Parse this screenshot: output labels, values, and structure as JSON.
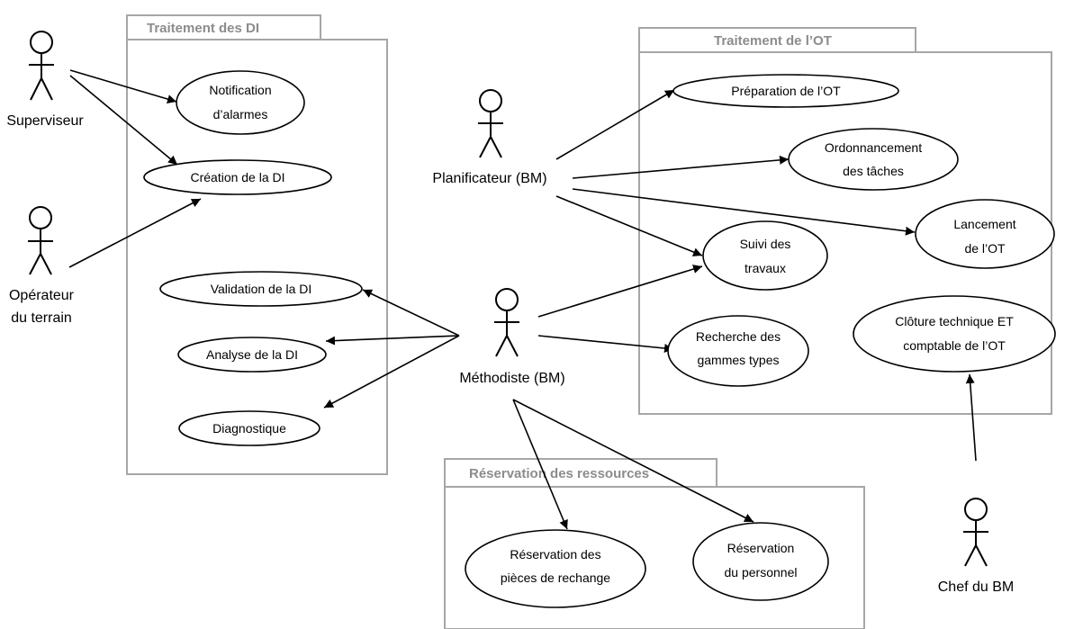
{
  "packages": {
    "di": {
      "title": "Traitement des DI"
    },
    "ot": {
      "title": "Traitement de l’OT"
    },
    "res": {
      "title": "Réservation des ressources"
    }
  },
  "actors": {
    "superviseur": {
      "lines": [
        "Superviseur"
      ]
    },
    "operateur": {
      "lines": [
        "Opérateur",
        "du terrain"
      ]
    },
    "planificateur": {
      "lines": [
        "Planificateur (BM)"
      ]
    },
    "methodiste": {
      "lines": [
        "Méthodiste (BM)"
      ]
    },
    "chef": {
      "lines": [
        "Chef du BM"
      ]
    }
  },
  "usecases": {
    "notification": {
      "lines": [
        "Notification",
        "d’alarmes"
      ]
    },
    "creation_di": {
      "lines": [
        "Création de la DI"
      ]
    },
    "validation_di": {
      "lines": [
        "Validation de la DI"
      ]
    },
    "analyse_di": {
      "lines": [
        "Analyse de la DI"
      ]
    },
    "diagnostique": {
      "lines": [
        "Diagnostique"
      ]
    },
    "preparation_ot": {
      "lines": [
        "Préparation de l’OT"
      ]
    },
    "ordonnancement": {
      "lines": [
        "Ordonnancement",
        "des tâches"
      ]
    },
    "lancement_ot": {
      "lines": [
        "Lancement",
        "de l’OT"
      ]
    },
    "suivi_travaux": {
      "lines": [
        "Suivi des",
        "travaux"
      ]
    },
    "recherche_gammes": {
      "lines": [
        "Recherche des",
        "gammes types"
      ]
    },
    "cloture": {
      "lines": [
        "Clôture technique ET",
        "comptable de l’OT"
      ]
    },
    "reservation_pieces": {
      "lines": [
        "Réservation des",
        "pièces de rechange"
      ]
    },
    "reservation_personnel": {
      "lines": [
        "Réservation",
        "du personnel"
      ]
    }
  }
}
